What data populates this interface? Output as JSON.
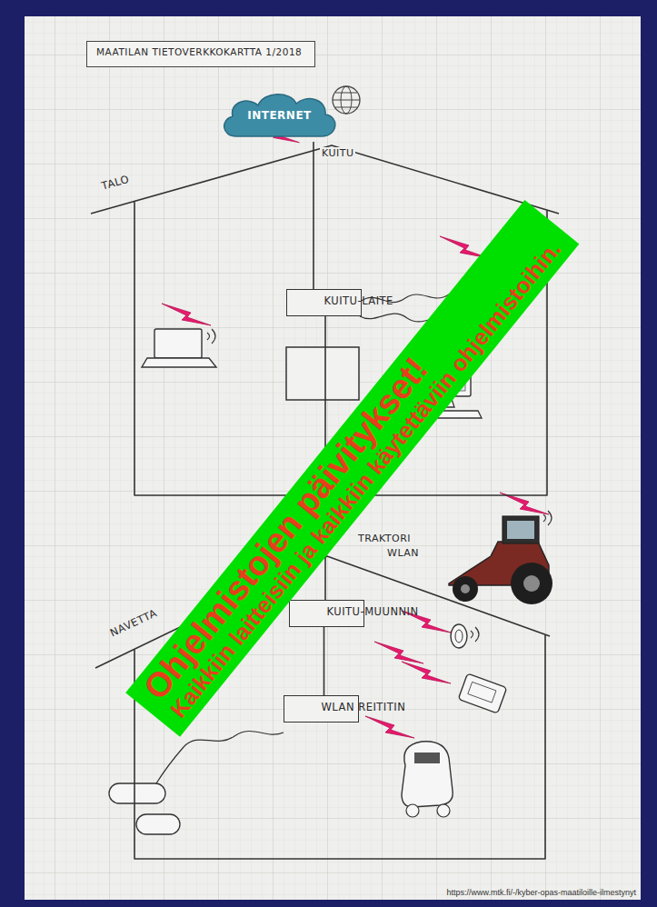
{
  "diagram": {
    "nodes": [
      {
        "text": [
          "MAATILAN TIETOVERKKOKARTTA 1/2018"
        ]
      },
      {
        "text": [
          "INTERNET"
        ]
      },
      {
        "text": [
          "TALO"
        ]
      },
      {
        "text": [
          "KUITU-LAITE"
        ],
        "in": 2
      },
      {
        "text": [
          "NAVETTA"
        ]
      },
      {
        "text": [
          "KUITU-MUUNNIN"
        ],
        "in": 4
      },
      {
        "text": [
          "WLAN REITITIN"
        ],
        "in": 4
      }
    ],
    "edges": [
      {
        "from": 1,
        "to": 3,
        "label": "KUITU",
        "arrow": "none"
      },
      {
        "from": 3,
        "to": 5,
        "arrow": "none"
      },
      {
        "from": 5,
        "to": 6,
        "arrow": "none"
      }
    ],
    "labels": [
      "TRAKTORI",
      "WLAN",
      "Ohjelmistojen päivitykset!",
      "Kaikkiin laitteisiin ja kaikkiin käytettäviin ohjelmistoihin.",
      "https://www.mtk.fi/-/kyber-opas-maatiloille-ilmestynyt"
    ]
  }
}
